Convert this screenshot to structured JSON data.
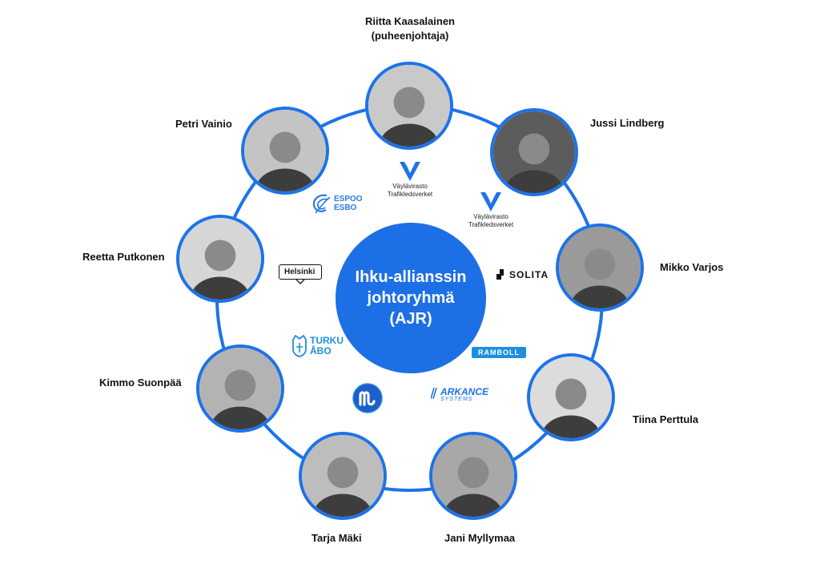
{
  "center": {
    "lines": [
      "Ihku-allianssin",
      "johtoryhmä",
      "(AJR)"
    ]
  },
  "members": [
    {
      "id": "riitta",
      "name_lines": [
        "Riitta Kaasalainen",
        "(puheenjohtaja)"
      ],
      "tone": "#c9c9c9"
    },
    {
      "id": "jussi",
      "name_lines": [
        "Jussi Lindberg"
      ],
      "tone": "#5c5c5c"
    },
    {
      "id": "mikko",
      "name_lines": [
        "Mikko Varjos"
      ],
      "tone": "#9a9a9a"
    },
    {
      "id": "tiina",
      "name_lines": [
        "Tiina Perttula"
      ],
      "tone": "#dcdcdc"
    },
    {
      "id": "jani",
      "name_lines": [
        "Jani Myllymaa"
      ],
      "tone": "#a8a8a8"
    },
    {
      "id": "tarja",
      "name_lines": [
        "Tarja Mäki"
      ],
      "tone": "#bdbdbd"
    },
    {
      "id": "kimmo",
      "name_lines": [
        "Kimmo Suonpää"
      ],
      "tone": "#b3b3b3"
    },
    {
      "id": "reetta",
      "name_lines": [
        "Reetta Putkonen"
      ],
      "tone": "#d6d6d6"
    },
    {
      "id": "petri",
      "name_lines": [
        "Petri Vainio"
      ],
      "tone": "#c4c4c4"
    }
  ],
  "logos": {
    "vaylavirasto_1": {
      "line1": "Väylävirasto",
      "line2": "Trafikledsverket",
      "color": "#1d73e8"
    },
    "vaylavirasto_2": {
      "line1": "Väylävirasto",
      "line2": "Trafikledsverket",
      "color": "#1d73e8"
    },
    "espoo": {
      "line1": "ESPOO",
      "line2": "ESBO",
      "color": "#2a7be4"
    },
    "helsinki": {
      "text": "Helsinki"
    },
    "solita": {
      "text": "SOLITA"
    },
    "turku": {
      "line1": "TURKU",
      "line2": "ÅBO",
      "color": "#1f8fe0"
    },
    "ramboll": {
      "text": "RAMBOLL",
      "color": "#1d8fe0"
    },
    "arkance": {
      "line1": "ARKANCE",
      "line2": "SYSTEMS",
      "color": "#1d73e8"
    }
  },
  "colors": {
    "accent": "#1d73e8",
    "center_fill": "#1d6fe6"
  }
}
